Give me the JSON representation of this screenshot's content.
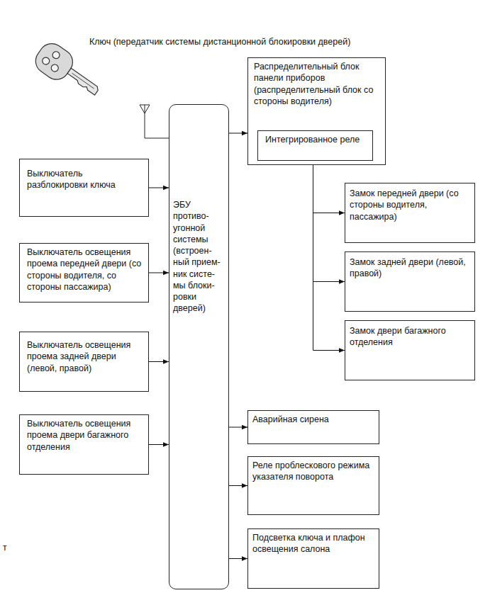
{
  "diagram": {
    "nodes": [
      {
        "text": [
          "Выключатель разблокировки ключа"
        ]
      },
      {
        "text": [
          "Выключатель освещения проема передней двери (со стороны водителя, со стороны пассажира)"
        ]
      },
      {
        "text": [
          "Выключатель освещения проема задней двери (левой, правой)"
        ]
      },
      {
        "text": [
          "Выключатель освещения проема двери багажного отделения"
        ]
      },
      {
        "text": [
          "ЭБУ противо- угонной системы (встроен- ный прием- ник систе- мы блоки- ровки дверей)"
        ]
      },
      {
        "text": [
          "Распределительный блок панели приборов (распределительный блок со стороны водителя)"
        ]
      },
      {
        "text": [
          "Интегрированное реле"
        ],
        "in": 5
      },
      {
        "text": [
          "Замок передней двери (со стороны водителя, пассажира)"
        ]
      },
      {
        "text": [
          "Замок задней двери (левой, правой)"
        ]
      },
      {
        "text": [
          "Замок двери багажного отделения"
        ]
      },
      {
        "text": [
          "Аварийная сирена"
        ]
      },
      {
        "text": [
          "Реле проблескового режима указателя поворота"
        ]
      },
      {
        "text": [
          "Подсветка ключа и плафон освещения салона"
        ]
      }
    ],
    "edges": [
      {
        "from": 0,
        "to": 4,
        "arrow": "to"
      },
      {
        "from": 1,
        "to": 4,
        "arrow": "to"
      },
      {
        "from": 2,
        "to": 4,
        "arrow": "to"
      },
      {
        "from": 3,
        "to": 4,
        "arrow": "to"
      },
      {
        "from": 4,
        "to": 5,
        "arrow": "to"
      },
      {
        "from": 6,
        "to": 7,
        "arrow": "to"
      },
      {
        "from": 6,
        "to": 8,
        "arrow": "to"
      },
      {
        "from": 6,
        "to": 9,
        "arrow": "to"
      },
      {
        "from": 4,
        "to": 10,
        "arrow": "to"
      },
      {
        "from": 4,
        "to": 11,
        "arrow": "to"
      },
      {
        "from": 4,
        "to": 12,
        "arrow": "to"
      }
    ],
    "labels": [
      "Ключ (передатчик системы дистанционной блокировки дверей)",
      "т"
    ]
  }
}
